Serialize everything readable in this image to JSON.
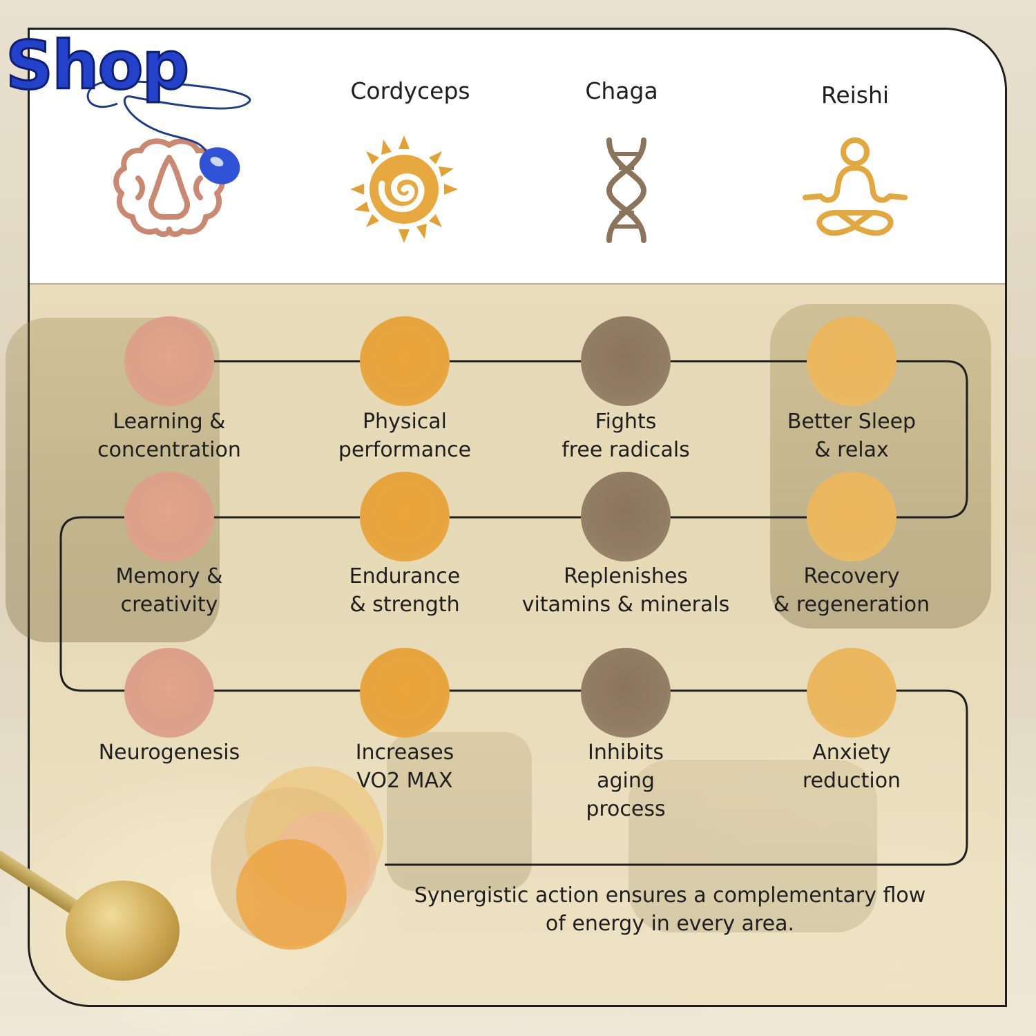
{
  "brand": {
    "logo_text": "Shop"
  },
  "colors": {
    "brain": "#dba08a",
    "sun": "#e7a43e",
    "dna": "#927c63",
    "zen": "#eab75f",
    "line": "#1e1e1e"
  },
  "columns": [
    {
      "header": "",
      "icon": "brain-icon"
    },
    {
      "header": "Cordyceps",
      "icon": "sun-spiral-icon"
    },
    {
      "header": "Chaga",
      "icon": "dna-icon"
    },
    {
      "header": "Reishi",
      "icon": "meditation-icon"
    }
  ],
  "rows": [
    {
      "labels": [
        "Learning &\nconcentration",
        "Physical\nperformance",
        "Fights\nfree radicals",
        "Better Sleep\n& relax"
      ]
    },
    {
      "labels": [
        "Memory &\ncreativity",
        "Endurance\n& strength",
        "Replenishes\nvitamins & minerals",
        "Recovery\n& regeneration"
      ]
    },
    {
      "labels": [
        "Neurogenesis",
        "Increases\nVO2 MAX",
        "Inhibits\naging\nprocess",
        "Anxiety\nreduction"
      ]
    }
  ],
  "footer": {
    "text": "Synergistic action ensures a complementary flow\nof energy in every area."
  }
}
